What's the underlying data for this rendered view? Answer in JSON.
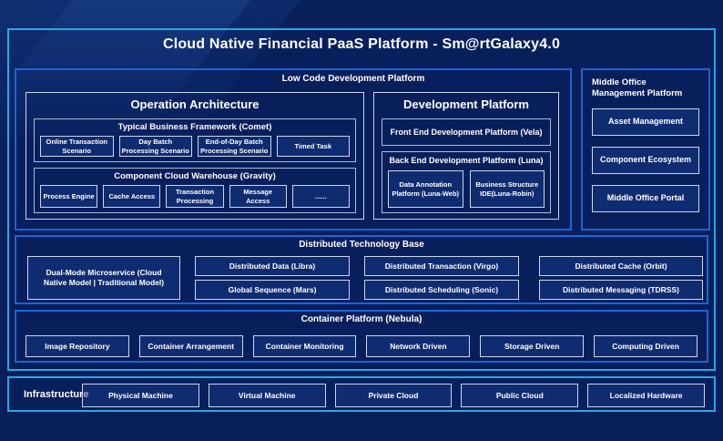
{
  "title": "Cloud Native Financial PaaS Platform - Sm@rtGalaxy4.0",
  "colors": {
    "background": "#081f5c",
    "outer_frame_border": "#2aa7e0",
    "section_border": "#1b66d6",
    "box_border": "#c9d6ea",
    "text": "#ffffff"
  },
  "low_code": {
    "label": "Low Code Development Platform",
    "operation_architecture": {
      "title": "Operation Architecture",
      "typical_business": {
        "title": "Typical Business Framework (Comet)",
        "items": [
          "Online Transaction Scenario",
          "Day Batch Processing Scenario",
          "End-of-Day Batch Processing Scenario",
          "Timed Task"
        ]
      },
      "component_cloud": {
        "title": "Component Cloud Warehouse (Gravity)",
        "items": [
          "Process Engine",
          "Cache Access",
          "Transaction Processing",
          "Message Access",
          "......"
        ]
      }
    },
    "development_platform": {
      "title": "Development Platform",
      "front_end": "Front End Development Platform (Vela)",
      "back_end": {
        "title": "Back End Development Platform (Luna)",
        "items": [
          "Data Annotation Platform (Luna-Web)",
          "Business Structure IDE(Luna-Robin)"
        ]
      }
    }
  },
  "middle_office": {
    "label": "Middle Office Management Platform",
    "items": [
      "Asset Management",
      "Component Ecosystem",
      "Middle Office Portal"
    ]
  },
  "distributed": {
    "label": "Distributed Technology Base",
    "dual_mode": "Dual-Mode Microservice (Cloud Native Model | Traditional Model)",
    "grid": [
      "Distributed Data (Libra)",
      "Distributed Transaction (Virgo)",
      "Distributed Cache (Orbit)",
      "Global Sequence (Mars)",
      "Distributed Scheduling (Sonic)",
      "Distributed Messaging (TDRSS)"
    ]
  },
  "container_platform": {
    "label": "Container Platform (Nebula)",
    "items": [
      "Image Repository",
      "Container Arrangement",
      "Container Monitoring",
      "Network Driven",
      "Storage Driven",
      "Computing Driven"
    ]
  },
  "infrastructure": {
    "label": "Infrastructure",
    "items": [
      "Physical Machine",
      "Virtual Machine",
      "Private Cloud",
      "Public Cloud",
      "Localized Hardware"
    ]
  }
}
